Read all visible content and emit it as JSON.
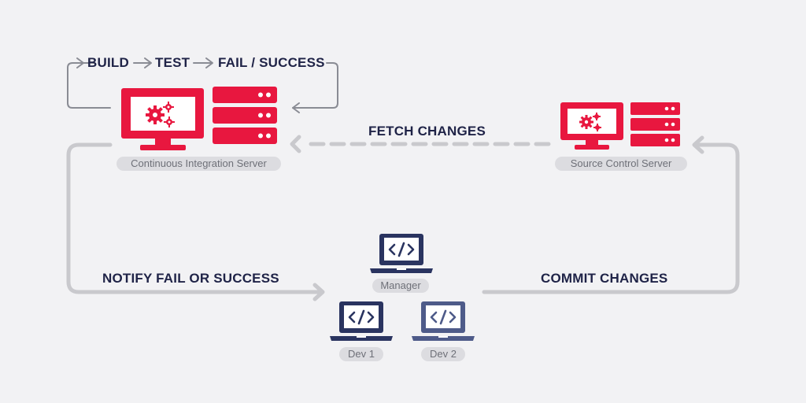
{
  "pipeline": {
    "build": "BUILD",
    "test": "TEST",
    "result": "FAIL / SUCCESS"
  },
  "flows": {
    "fetch": "FETCH CHANGES",
    "notify": "NOTIFY FAIL OR SUCCESS",
    "commit": "COMMIT CHANGES"
  },
  "nodes": {
    "ci_server": "Continuous Integration Server",
    "source_server": "Source Control Server",
    "manager": "Manager",
    "dev1": "Dev 1",
    "dev2": "Dev 2"
  },
  "colors": {
    "accent": "#e8173f",
    "navy": "#2a3460",
    "slate": "#4e5b89",
    "arrow": "#c9c9cd",
    "loop_arrow": "#8a8c94",
    "text": "#1f2347"
  }
}
